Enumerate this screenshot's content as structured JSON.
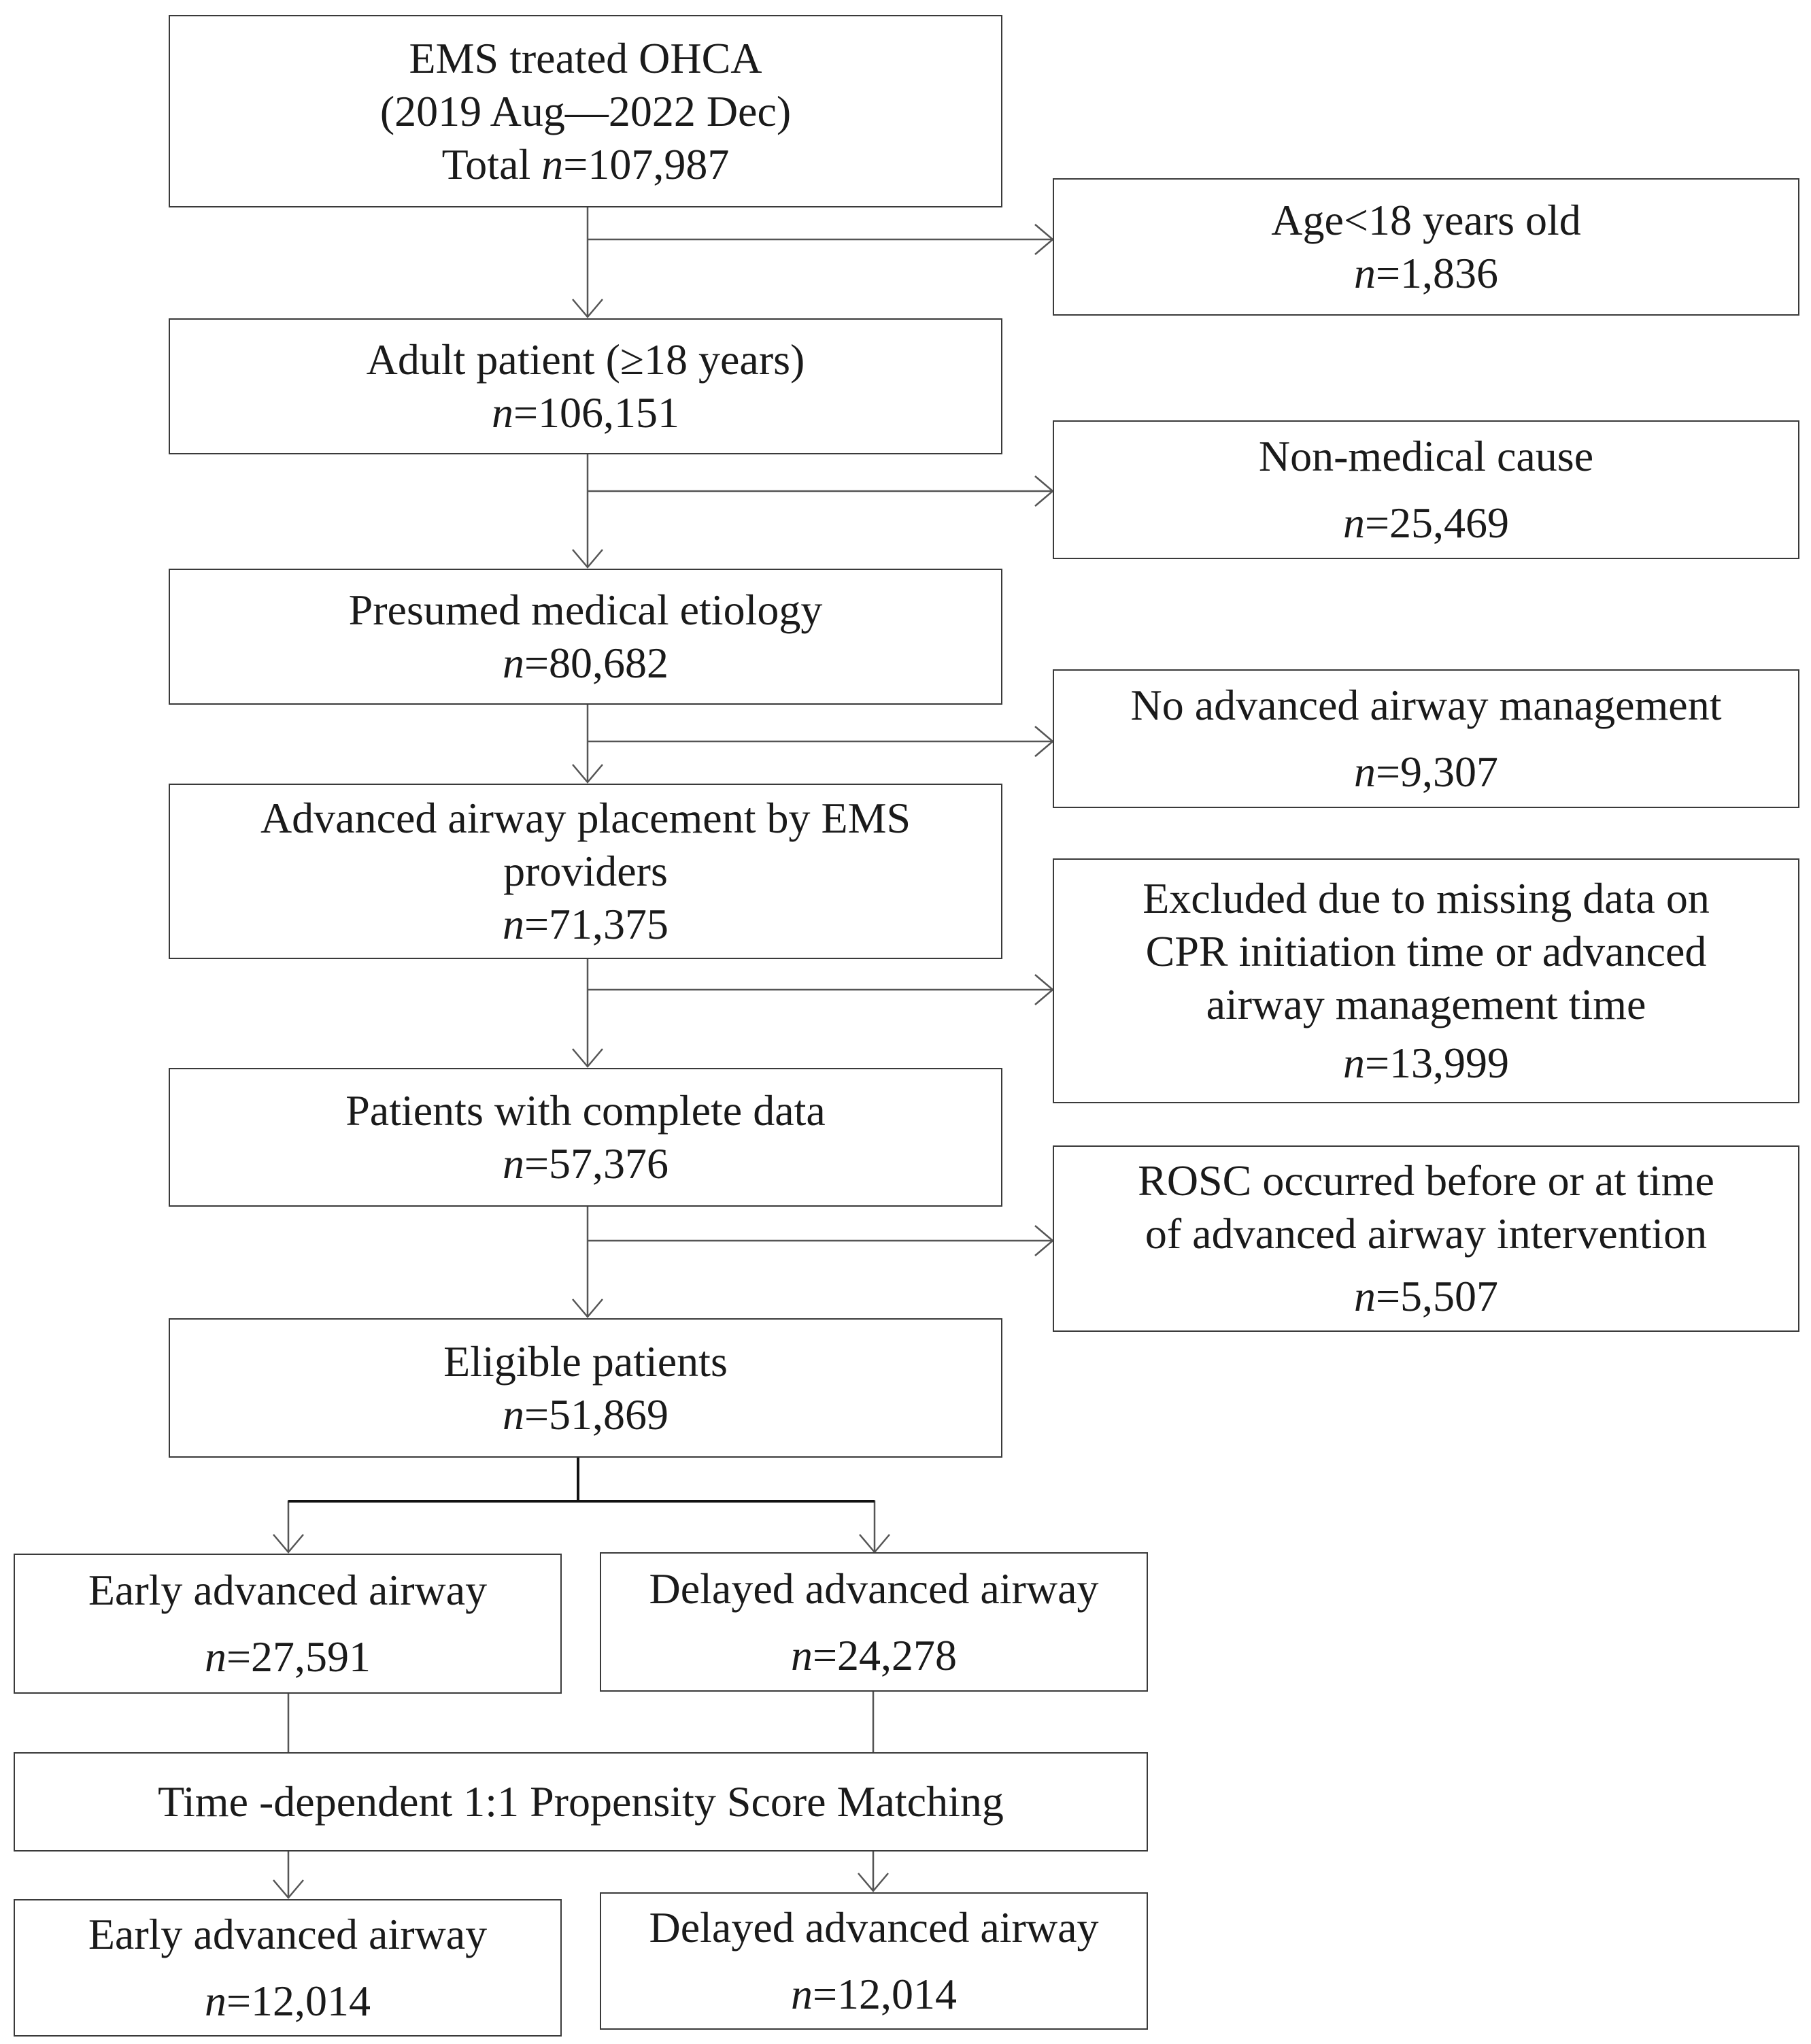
{
  "boxes": {
    "total": {
      "lines": [
        "EMS treated OHCA",
        "(2019  Aug—2022  Dec)"
      ],
      "n_prefix": "Total ",
      "n_symbol": "n",
      "n_value": "=107,987"
    },
    "age_exclusion": {
      "lines": [
        "Age<18 years old"
      ],
      "n_symbol": "n",
      "n_value": "=1,836"
    },
    "adult": {
      "lines": [
        "Adult patient (≥18 years)"
      ],
      "n_symbol": "n",
      "n_value": "=106,151"
    },
    "non_medical": {
      "lines": [
        "Non-medical cause"
      ],
      "n_symbol": "n",
      "n_value": "=25,469"
    },
    "medical": {
      "lines": [
        "Presumed medical etiology"
      ],
      "n_symbol": "n",
      "n_value": "=80,682"
    },
    "no_airway": {
      "lines": [
        "No advanced airway management"
      ],
      "n_symbol": "n",
      "n_value": "=9,307"
    },
    "airway_placement": {
      "lines": [
        "Advanced airway placement by EMS",
        "providers"
      ],
      "n_symbol": "n",
      "n_value": "=71,375"
    },
    "missing_data": {
      "lines": [
        "Excluded due to missing data on",
        "CPR initiation time or advanced",
        "airway management time"
      ],
      "n_symbol": "n",
      "n_value": "=13,999"
    },
    "complete": {
      "lines": [
        "Patients with complete data"
      ],
      "n_symbol": "n",
      "n_value": "=57,376"
    },
    "rosc_before": {
      "lines": [
        "ROSC occurred before or at time",
        "of advanced airway intervention"
      ],
      "n_symbol": "n",
      "n_value": "=5,507"
    },
    "eligible": {
      "lines": [
        "Eligible patients"
      ],
      "n_symbol": "n",
      "n_value": "=51,869"
    },
    "early_pre": {
      "lines": [
        "Early advanced airway"
      ],
      "n_symbol": "n",
      "n_value": "=27,591"
    },
    "delayed_pre": {
      "lines": [
        "Delayed advanced airway"
      ],
      "n_symbol": "n",
      "n_value": "=24,278"
    },
    "matching": {
      "lines": [
        "Time -dependent 1:1 Propensity Score Matching"
      ]
    },
    "early_post": {
      "lines": [
        "Early advanced airway"
      ],
      "n_symbol": "n",
      "n_value": "=12,014"
    },
    "delayed_post": {
      "lines": [
        "Delayed advanced airway"
      ],
      "n_symbol": "n",
      "n_value": "=12,014"
    }
  }
}
